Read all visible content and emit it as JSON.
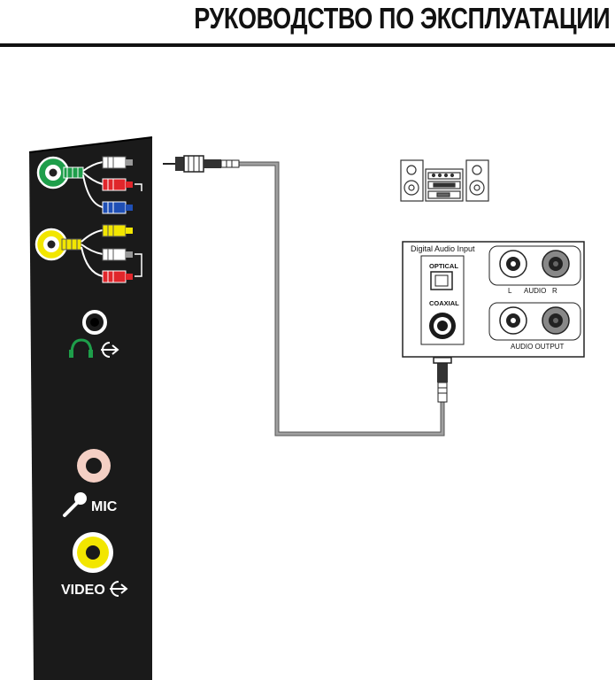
{
  "header": {
    "title": "РУКОВОДСТВО ПО ЭКСПЛУАТАЦИИ"
  },
  "panel": {
    "mic_label": "MIC",
    "video_label": "VIDEO"
  },
  "receiver": {
    "digital_input_label": "Digital Audio Input",
    "optical_label": "OPTICAL",
    "coaxial_label": "COAXIAL",
    "left_label": "L",
    "audio_label": "AUDIO",
    "right_label": "R",
    "audio_output_label": "AUDIO OUTPUT"
  },
  "colors": {
    "panel": "#1a1a1a",
    "green_jack": "#1e9e4a",
    "yellow_jack": "#f2e600",
    "red_plug": "#e0262b",
    "blue_plug": "#1f4fb5",
    "cable": "#8c8c8c",
    "mic_ring": "#f4cfc4"
  },
  "icons": [
    "headphones-icon",
    "output-arrow-icon",
    "microphone-icon",
    "stereo-system-icon"
  ]
}
